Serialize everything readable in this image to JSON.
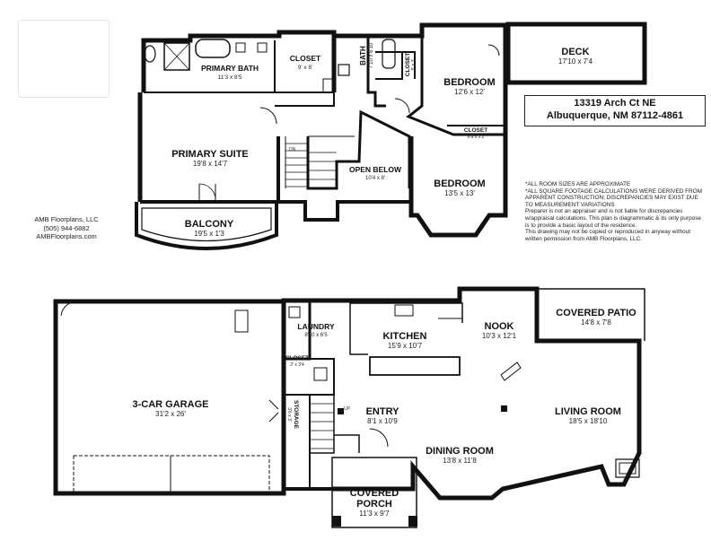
{
  "address": {
    "line1": "13319 Arch Ct NE",
    "line2": "Albuquerque, NM 87112-4861"
  },
  "company": {
    "name": "AMB Floorplans, LLC",
    "phone": "(505) 944-6882",
    "website": "AMBFloorplans.com"
  },
  "disclaimer": [
    "*ALL ROOM SIZES ARE APPROXIMATE",
    "*ALL SQUARE FOOTAGE CALCULATIONS WERE DERIVED FROM APPARENT CONSTRUCTION; DISCREPANCIES MAY EXIST DUE TO MEASUREMENT VARIATIONS",
    "Preparer is not an appraiser and is not liable for discrepancies w/appraisal calculations.  This plan is diagrammatic & its only purpose is to provide a basic layout of the residence.",
    "This drawing may not be copied or reproduced in anyway without written permission from AMB Floorplans, LLC."
  ],
  "upper_floor": {
    "primary_bath": {
      "name": "PRIMARY BATH",
      "dims": "11'3 x 8'5"
    },
    "closet_upper": {
      "name": "CLOSET",
      "dims": "9' x 8'"
    },
    "bath": {
      "name": "BATH",
      "dims": "7'10 x 6'10"
    },
    "closet_small": {
      "name": "CLOSET",
      "dims": "5' x 3'"
    },
    "bedroom_1": {
      "name": "BEDROOM",
      "dims": "12'6 x 12'"
    },
    "closet_bed": {
      "name": "CLOSET",
      "dims": "6'9 x 2'1"
    },
    "deck": {
      "name": "DECK",
      "dims": "17'10 x 7'4"
    },
    "primary_suite": {
      "name": "PRIMARY SUITE",
      "dims": "19'8 x 14'7"
    },
    "open_below": {
      "name": "OPEN BELOW",
      "dims": "10'4 x 8'"
    },
    "bedroom_2": {
      "name": "BEDROOM",
      "dims": "13'5 x 13'"
    },
    "balcony": {
      "name": "BALCONY",
      "dims": "19'5 x 1'3"
    },
    "stair_dn": "DN"
  },
  "main_floor": {
    "garage": {
      "name": "3-CAR GARAGE",
      "dims": "31'2 x 26'"
    },
    "laundry": {
      "name": "LAUNDRY",
      "dims": "8'10 x 6'5"
    },
    "closet": {
      "name": "CLOSET",
      "dims": "2' x 3'4"
    },
    "storage": {
      "name": "STORAGE",
      "dims": "3'6 x 3'"
    },
    "kitchen": {
      "name": "KITCHEN",
      "dims": "15'9 x 10'7"
    },
    "nook": {
      "name": "NOOK",
      "dims": "10'3 x 12'1"
    },
    "covered_patio": {
      "name": "COVERED PATIO",
      "dims": "14'8 x 7'8"
    },
    "entry": {
      "name": "ENTRY",
      "dims": "8'1 x 10'9"
    },
    "living_room": {
      "name": "LIVING ROOM",
      "dims": "18'5 x 18'10"
    },
    "dining_room": {
      "name": "DINING ROOM",
      "dims": "13'8 x 11'8"
    },
    "covered_porch": {
      "name": "COVERED",
      "name2": "PORCH",
      "dims": "11'3 x 9'7"
    },
    "stair_up": "UP"
  }
}
